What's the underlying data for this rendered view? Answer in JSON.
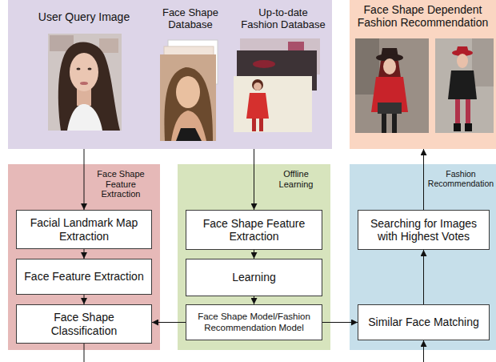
{
  "diagram": {
    "nodes": [
      {
        "text": [
          "User Query Image",
          "Face Shape Database",
          "Up-to-date Fashion Database"
        ]
      },
      {
        "text": [
          "Face Shape Dependent Fashion Recommendation"
        ]
      },
      {
        "text": [
          "Face Shape Feature Extraction"
        ]
      },
      {
        "text": [
          "Facial Landmark Map Extraction"
        ],
        "in": 2
      },
      {
        "text": [
          "Face Feature Extraction"
        ],
        "in": 2
      },
      {
        "text": [
          "Face Shape Classification"
        ],
        "in": 2
      },
      {
        "text": [
          "Offline Learning"
        ]
      },
      {
        "text": [
          "Face Shape Feature Extraction"
        ],
        "in": 6
      },
      {
        "text": [
          "Learning"
        ],
        "in": 6
      },
      {
        "text": [
          "Face Shape Model/Fashion Recommendation Model"
        ],
        "in": 6
      },
      {
        "text": [
          "Fashion Recommendation"
        ]
      },
      {
        "text": [
          "Searching for Images with Highest Votes"
        ],
        "in": 10
      },
      {
        "text": [
          "Similar Face Matching"
        ],
        "in": 10
      }
    ],
    "edges": [
      {
        "from": 0,
        "to": 3,
        "arrow": "to"
      },
      {
        "from": 3,
        "to": 4,
        "arrow": "to"
      },
      {
        "from": 4,
        "to": 5,
        "arrow": "to"
      },
      {
        "from": 0,
        "to": 7,
        "arrow": "to"
      },
      {
        "from": 7,
        "to": 8,
        "arrow": "to"
      },
      {
        "from": 8,
        "to": 9,
        "arrow": "to"
      },
      {
        "from": 9,
        "to": 5,
        "arrow": "to"
      },
      {
        "from": 9,
        "to": 12,
        "arrow": "to"
      },
      {
        "from": 12,
        "to": 11,
        "arrow": "to"
      },
      {
        "from": 11,
        "to": 1,
        "arrow": "to"
      },
      {
        "from": 5,
        "to": 12,
        "arrow": "to"
      }
    ]
  }
}
